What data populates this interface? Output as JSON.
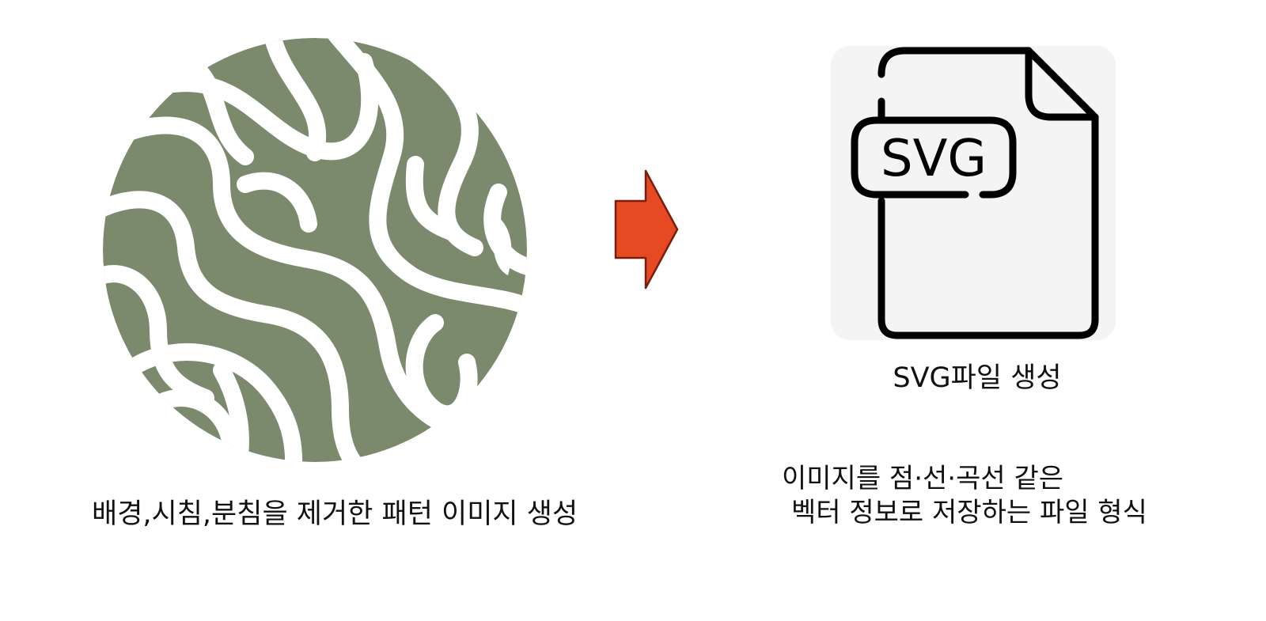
{
  "captions": {
    "pattern": "배경,시침,분침을 제거한 패턴 이미지 생성",
    "svg_file": "SVG파일 생성",
    "svg_definition_line1": "이미지를 점·선·곡선 같은",
    "svg_definition_line2": "벡터 정보로 저장하는 파일 형식"
  },
  "file_icon": {
    "name": "svg-file-icon",
    "badge_text": "SVG"
  },
  "colors": {
    "pattern_green": "#7b8a6c",
    "arrow_fill": "#e64a22",
    "arrow_stroke": "#7a1d0d",
    "icon_stroke": "#000000",
    "card_background": "#f4f4f4"
  }
}
